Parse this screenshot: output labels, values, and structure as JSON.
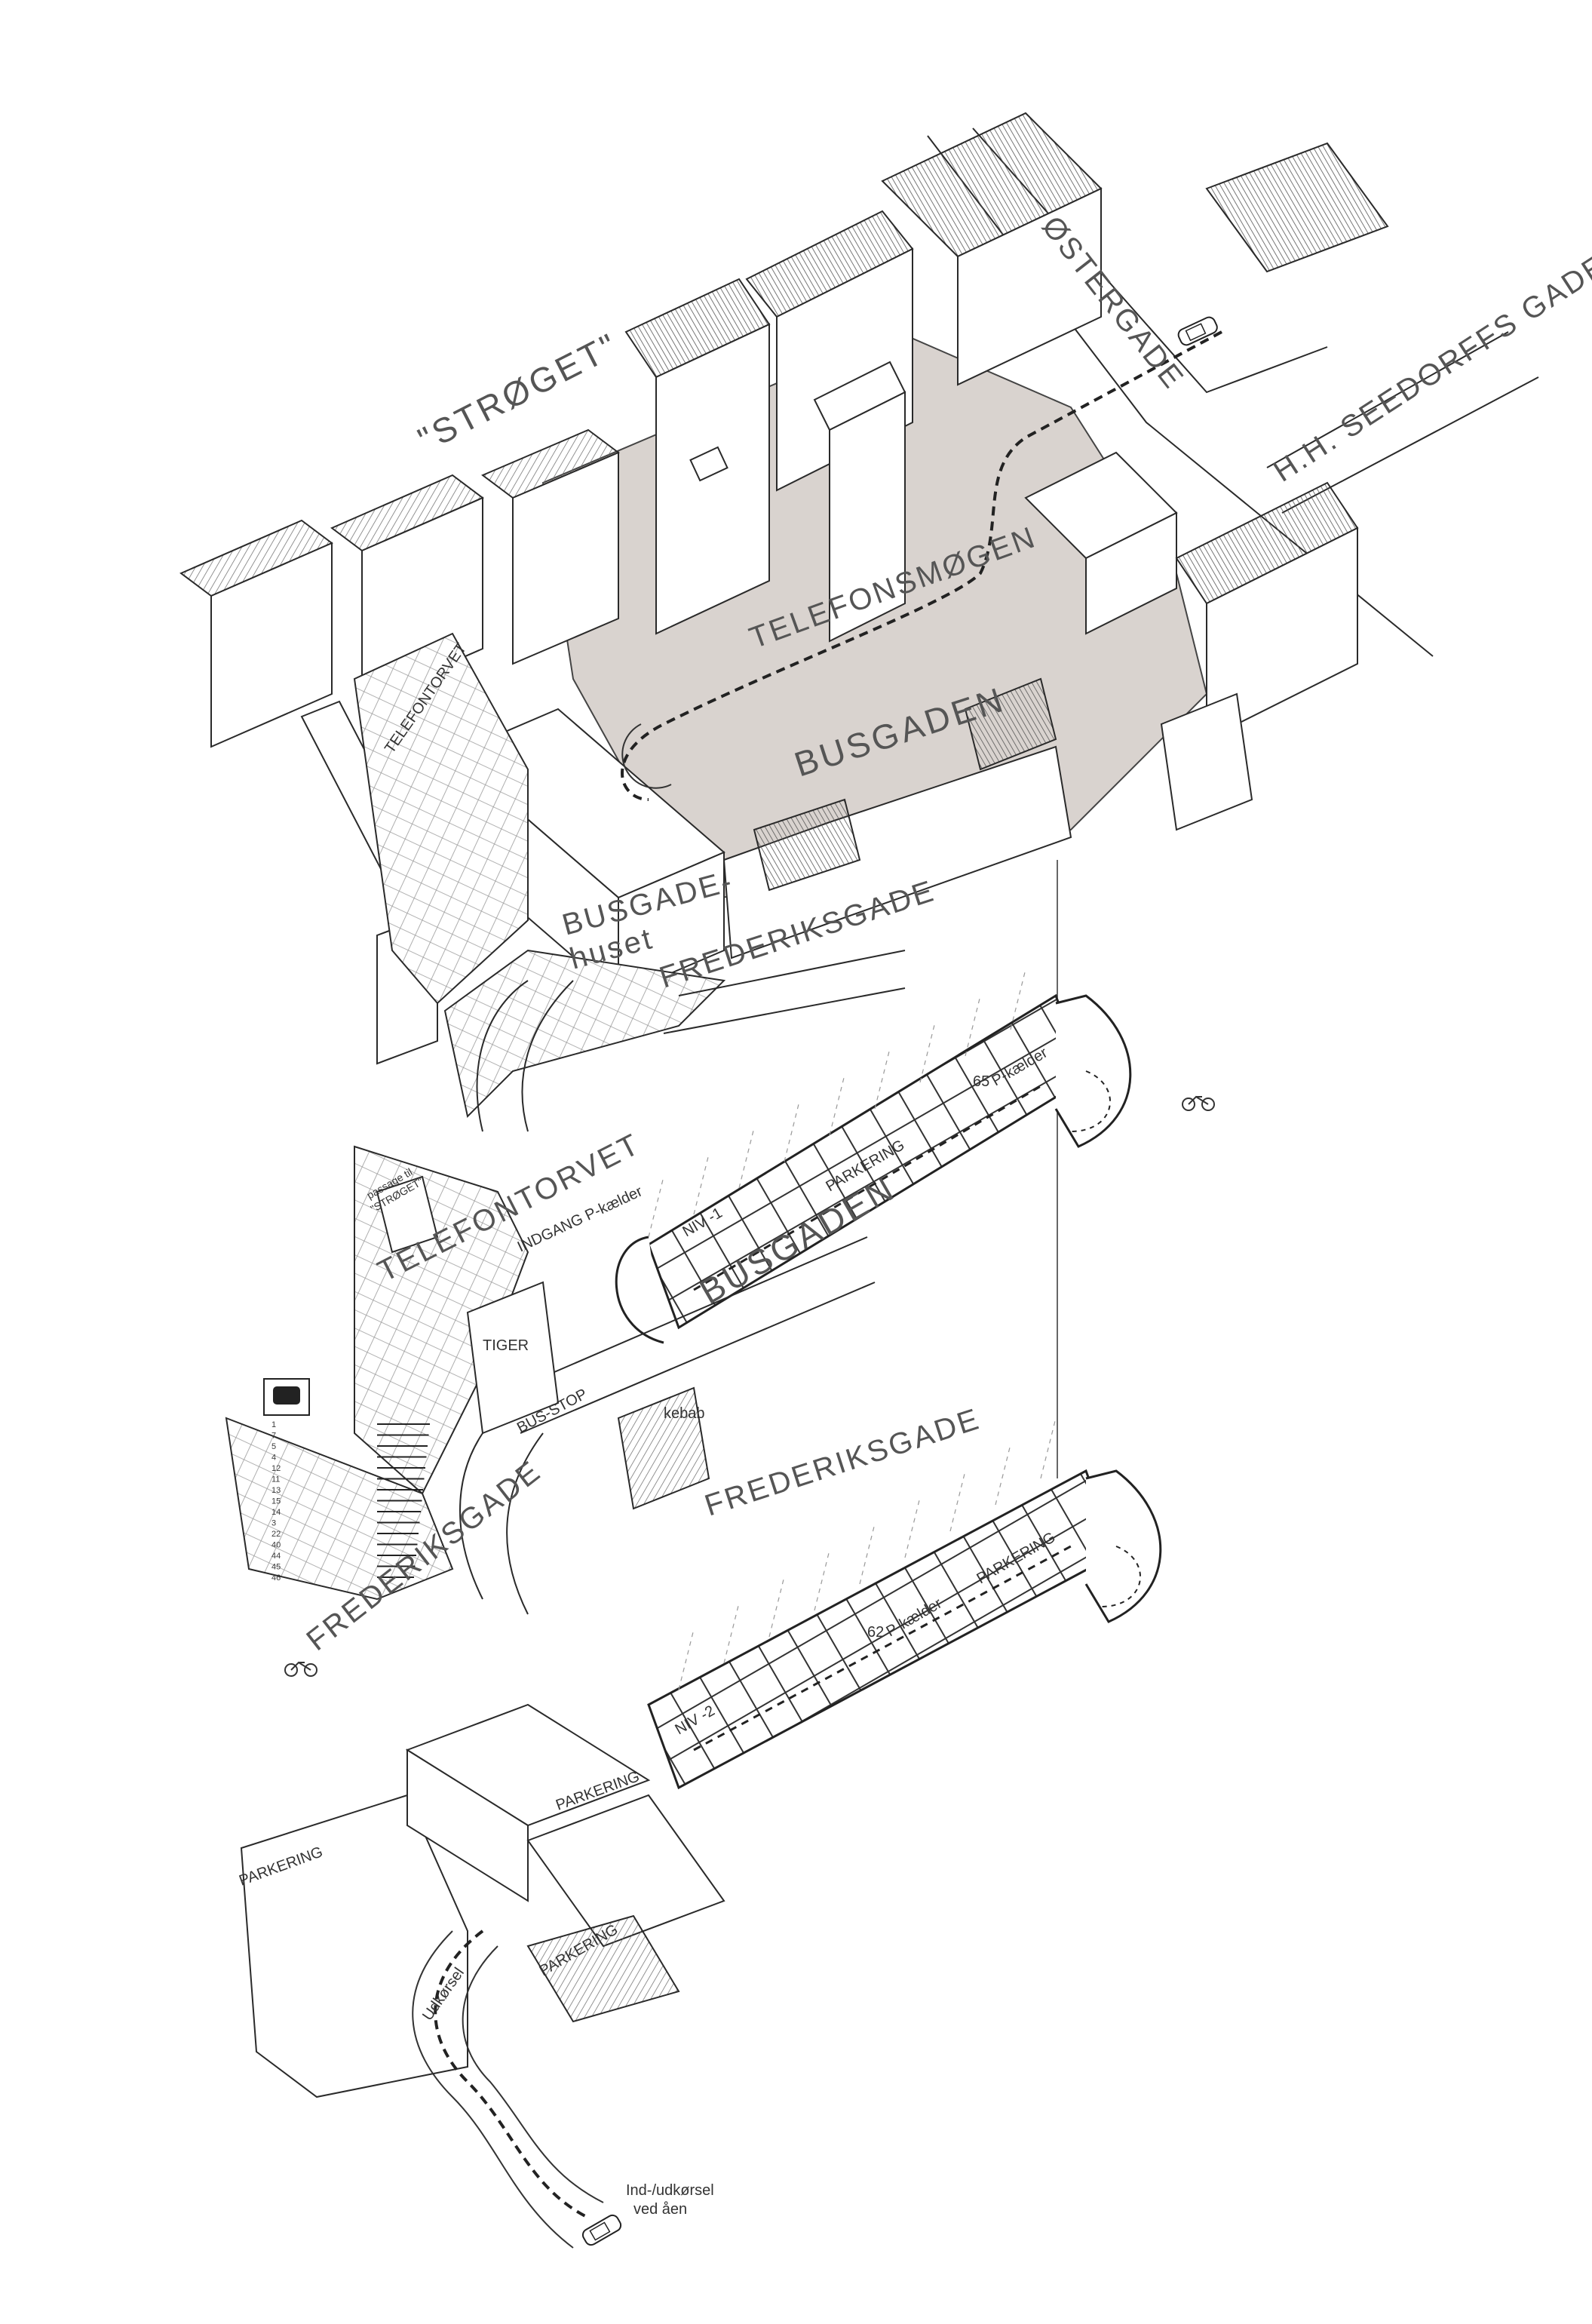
{
  "streets": {
    "stroget": "\"STRØGET\"",
    "ostergade": "ØSTERGADE",
    "seedorff": "H.H. SEEDORFFS GADE",
    "telefonsmogen": "TELEFONSMØGEN",
    "busgaden_top": "BUSGADEN",
    "telefontorvet_top": "TELEFONTORVET",
    "frederiksgade_top": "FREDERIKSGADE",
    "telefontorvet_mid": "TELEFONTORVET",
    "busgaden_mid": "BUSGADEN",
    "frederiksgade_mid": "FREDERIKSGADE",
    "frederiksgade_left": "FREDERIKSGADE"
  },
  "buildings": {
    "busgade_huset_line1": "BUSGADE-",
    "busgade_huset_line2": "huset"
  },
  "level1": {
    "passage_line1": "passage til",
    "passage_line2": "\"STRØGET\"",
    "indgang": "INDGANG P-kælder",
    "tiger": "TIGER",
    "bus_stop": "BUS-STOP",
    "kebab": "kebab",
    "niv": "NIV -1",
    "parkering": "PARKERING",
    "spaces": "65",
    "p_kaelder": "P-kælder"
  },
  "level2": {
    "niv": "NIV -2",
    "parkering": "PARKERING",
    "spaces": "62",
    "p_kaelder": "P-kælder"
  },
  "ground": {
    "parkering_lot": "PARKERING",
    "parkering_ramp": "PARKERING",
    "parkering_inner": "PARKERING",
    "udkorsel": "Udkørsel",
    "indudkorsel_line1": "Ind-/udkørsel",
    "indudkorsel_line2": "ved åen"
  },
  "legend": {
    "rows": [
      "1",
      "7",
      "5",
      "4",
      "12",
      "11",
      "13",
      "15",
      "14",
      "3",
      "22",
      "40",
      "44",
      "45",
      "46"
    ]
  },
  "colors": {
    "plaza": "#d9d3cf",
    "line": "#2a2a2a",
    "hatch": "#555555"
  }
}
